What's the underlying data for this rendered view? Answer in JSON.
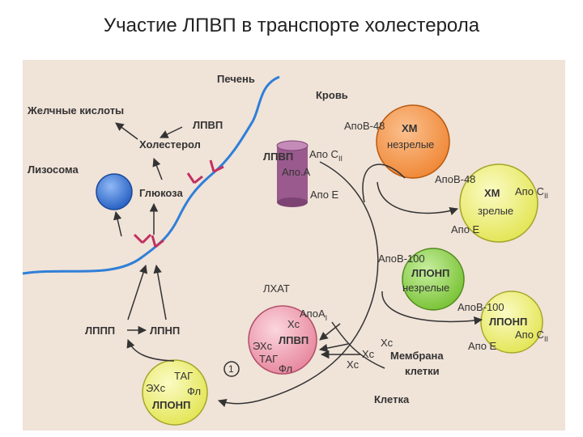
{
  "title": "Участие ЛПВП в транспорте холестерола",
  "labels": {
    "liver": "Печень",
    "blood": "Кровь",
    "bile_acids": "Желчные кислоты",
    "hdl_top": "ЛПВП",
    "cholesterol": "Холестерол",
    "lysosome": "Лизосома",
    "glucose": "Глюкоза",
    "hdl_cyl": "ЛПВП",
    "apo_c_cyl": "Апо С",
    "apo_c_cyl_sub": "II",
    "apo_a_cyl": "Апо.А",
    "apo_e_cyl": "Апо Е",
    "apo_b48_1": "АпоВ-48",
    "hm_imm_title": "ХМ",
    "hm_imm_sub": "незрелые",
    "apo_b48_2": "АпоВ-48",
    "hm_mat_title": "ХМ",
    "apo_c_hm": "Апо С",
    "apo_c_hm_sub": "II",
    "hm_mat_sub": "зрелые",
    "apo_e_hm": "Апо Е",
    "apo_b100_1": "АпоВ-100",
    "vldl_imm_title": "ЛПОНП",
    "vldl_imm_sub": "незрелые",
    "apo_b100_2": "АпоВ-100",
    "vldl_mat_title": "ЛПОНП",
    "apo_c_vldl": "Апо С",
    "apo_c_vldl_sub": "II",
    "apo_e_vldl": "Апо Е",
    "lcat": "ЛХАТ",
    "apo_a_hdl": "АпоА",
    "apo_a_hdl_sub": "I",
    "xc_hdl": "Хс",
    "exc_hdl": "ЭХс",
    "hdl_center": "ЛПВП",
    "tag_hdl": "ТАГ",
    "fl_hdl": "Фл",
    "xc_m1": "Хс",
    "xc_m2": "Хс",
    "xc_m3": "Хс",
    "membrane": "Мембрана",
    "membrane2": "клетки",
    "cell": "Клетка",
    "idl": "ЛППП",
    "ldl": "ЛПНП",
    "tag_v": "ТАГ",
    "exc_v": "ЭХс",
    "fl_v": "Фл",
    "vldl_bottom": "ЛПОНП",
    "step1": "1"
  },
  "colors": {
    "panel": "#f0e3d8",
    "membrane": "#2f7fd8",
    "lysosome": "#2a63c4",
    "hdl_cylinder": "#9a5a8e",
    "hm_immature": "#f08a3a",
    "hm_mature": "#eef06a",
    "vldl_immature": "#8fd14a",
    "vldl_mature": "#eef06a",
    "hdl_sphere": "#f2a0b4",
    "vldl_bottom": "#eef06a",
    "receptor": "#c03060"
  }
}
